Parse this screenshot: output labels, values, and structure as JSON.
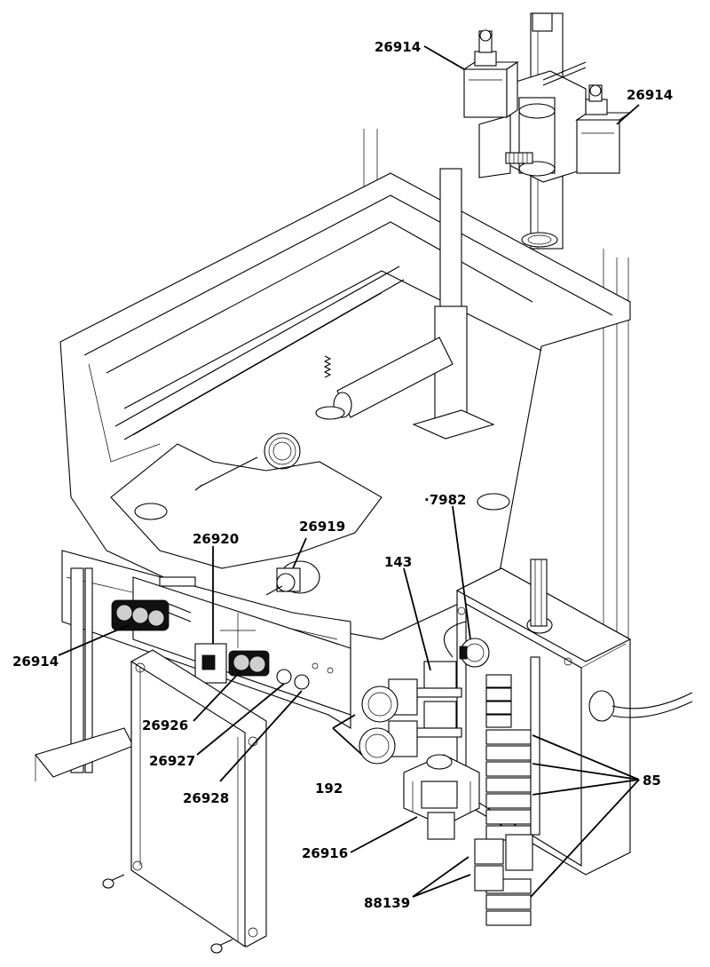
{
  "callouts": {
    "limit_switch_top_left": "26914",
    "limit_switch_top_right": "26914",
    "switch_block_left": "26914",
    "part_26920": "26920",
    "part_26919": "26919",
    "part_26926": "26926",
    "part_26927": "26927",
    "part_26928": "26928",
    "part_143": "143",
    "part_7982": "·7982",
    "part_192": "192",
    "part_85": "85",
    "part_26916": "26916",
    "part_88139": "88139"
  }
}
